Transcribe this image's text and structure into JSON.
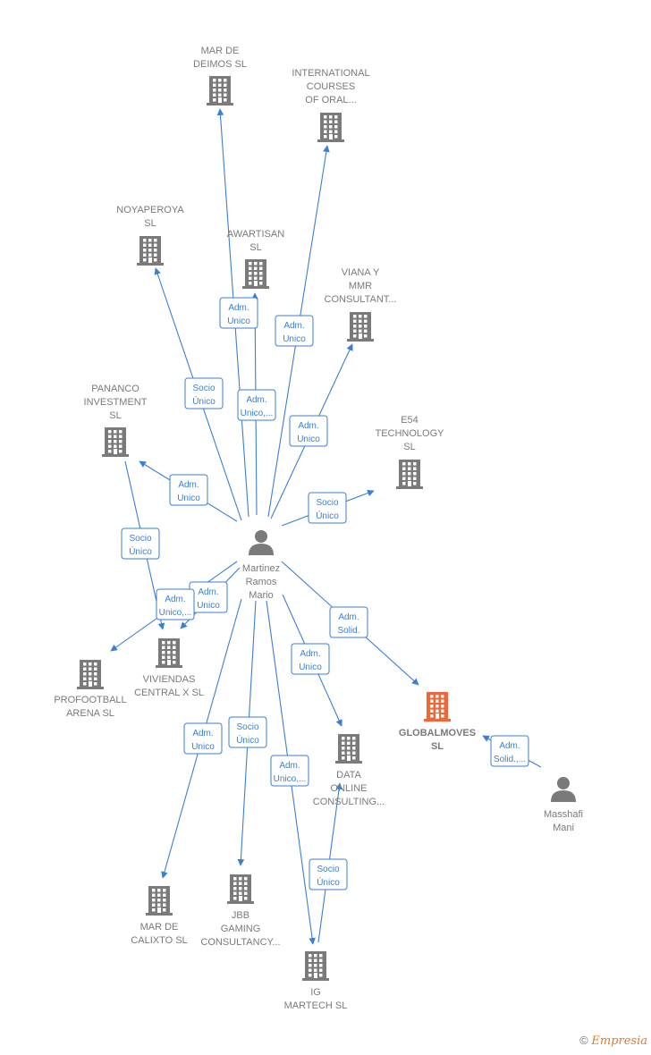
{
  "colors": {
    "edge": "#3a7fd5",
    "building": "#7a7a7a",
    "highlight": "#f0663a",
    "person": "#7a7a7a"
  },
  "nodes": [
    {
      "id": "center",
      "kind": "person",
      "label": [
        "Martinez",
        "Ramos",
        "Mario"
      ]
    },
    {
      "id": "deimos",
      "kind": "company",
      "label": [
        "MAR DE",
        "DEIMOS  SL"
      ]
    },
    {
      "id": "intl",
      "kind": "company",
      "label": [
        "INTERNATIONAL",
        "COURSES",
        "OF ORAL..."
      ]
    },
    {
      "id": "noya",
      "kind": "company",
      "label": [
        "NOYAPEROYA",
        "SL"
      ]
    },
    {
      "id": "awart",
      "kind": "company",
      "label": [
        "AWARTISAN",
        "SL"
      ]
    },
    {
      "id": "viana",
      "kind": "company",
      "label": [
        "VIANA Y",
        "MMR",
        "CONSULTANT..."
      ]
    },
    {
      "id": "pananco",
      "kind": "company",
      "label": [
        "PANANCO",
        "INVESTMENT",
        "SL"
      ]
    },
    {
      "id": "e54",
      "kind": "company",
      "label": [
        "E54",
        "TECHNOLOGY",
        "SL"
      ]
    },
    {
      "id": "profoot",
      "kind": "company",
      "label": [
        "PROFOOTBALL",
        "ARENA  SL"
      ]
    },
    {
      "id": "viviendas",
      "kind": "company",
      "label": [
        "VIVIENDAS",
        "CENTRAL X  SL"
      ]
    },
    {
      "id": "global",
      "kind": "company-main",
      "label": [
        "GLOBALMOVES",
        "SL"
      ]
    },
    {
      "id": "data",
      "kind": "company",
      "label": [
        "DATA",
        "ONLINE",
        "CONSULTING..."
      ]
    },
    {
      "id": "masshafi",
      "kind": "person",
      "label": [
        "Masshafi",
        "Mani"
      ]
    },
    {
      "id": "calixto",
      "kind": "company",
      "label": [
        "MAR DE",
        "CALIXTO SL"
      ]
    },
    {
      "id": "jbb",
      "kind": "company",
      "label": [
        "JBB",
        "GAMING",
        "CONSULTANCY..."
      ]
    },
    {
      "id": "ig",
      "kind": "company",
      "label": [
        "IG",
        "MARTECH  SL"
      ]
    }
  ],
  "edges": [
    {
      "from": "center",
      "to": "deimos",
      "label": [
        "Adm.",
        "Unico"
      ]
    },
    {
      "from": "center",
      "to": "intl",
      "label": [
        "Adm.",
        "Unico"
      ]
    },
    {
      "from": "center",
      "to": "noya",
      "label": [
        "Socio",
        "Único"
      ]
    },
    {
      "from": "center",
      "to": "awart",
      "label": [
        "Adm.",
        "Unico,..."
      ]
    },
    {
      "from": "center",
      "to": "viana",
      "label": [
        "Adm.",
        "Unico"
      ]
    },
    {
      "from": "center",
      "to": "pananco",
      "label": [
        "Adm.",
        "Unico"
      ]
    },
    {
      "from": "center",
      "to": "e54",
      "label": [
        "Socio",
        "Único"
      ]
    },
    {
      "from": "center",
      "to": "profoot",
      "label": [
        "Adm.",
        "Unico"
      ]
    },
    {
      "from": "pananco",
      "to": "viviendas",
      "label": [
        "Socio",
        "Único"
      ]
    },
    {
      "from": "center",
      "to": "viviendas",
      "label": [
        "Adm.",
        "Unico,..."
      ]
    },
    {
      "from": "center",
      "to": "global",
      "label": [
        "Adm.",
        "Solid."
      ]
    },
    {
      "from": "center",
      "to": "data",
      "label": [
        "Adm.",
        "Unico"
      ]
    },
    {
      "from": "masshafi",
      "to": "global",
      "label": [
        "Adm.",
        "Solid.,..."
      ]
    },
    {
      "from": "center",
      "to": "calixto",
      "label": [
        "Adm.",
        "Unico"
      ]
    },
    {
      "from": "center",
      "to": "jbb",
      "label": [
        "Socio",
        "Único"
      ]
    },
    {
      "from": "center",
      "to": "ig",
      "label": [
        "Adm.",
        "Unico,..."
      ]
    },
    {
      "from": "ig",
      "to": "data",
      "label": [
        "Socio",
        "Único"
      ]
    }
  ],
  "footer": {
    "copyright": "©",
    "brand": "Empresia"
  }
}
